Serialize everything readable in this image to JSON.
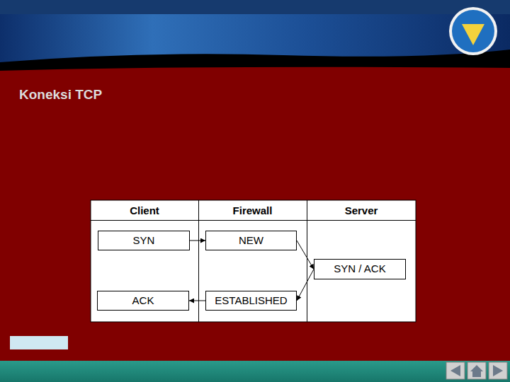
{
  "diagram": {
    "title": "Koneksi TCP",
    "nodes": [
      {
        "text": [
          "SYN"
        ]
      },
      {
        "text": [
          "NEW"
        ]
      },
      {
        "text": [
          "SYN / ACK"
        ]
      },
      {
        "text": [
          "ACK"
        ]
      },
      {
        "text": [
          "ESTABLISHED"
        ]
      }
    ],
    "edges": [
      {
        "from": 0,
        "to": 1,
        "arrow": "to"
      },
      {
        "from": 1,
        "to": 2,
        "arrow": "to"
      },
      {
        "from": 2,
        "to": 4,
        "arrow": "to"
      },
      {
        "from": 4,
        "to": 3,
        "arrow": "to"
      }
    ],
    "labels": [
      "Client",
      "Firewall",
      "Server"
    ]
  }
}
